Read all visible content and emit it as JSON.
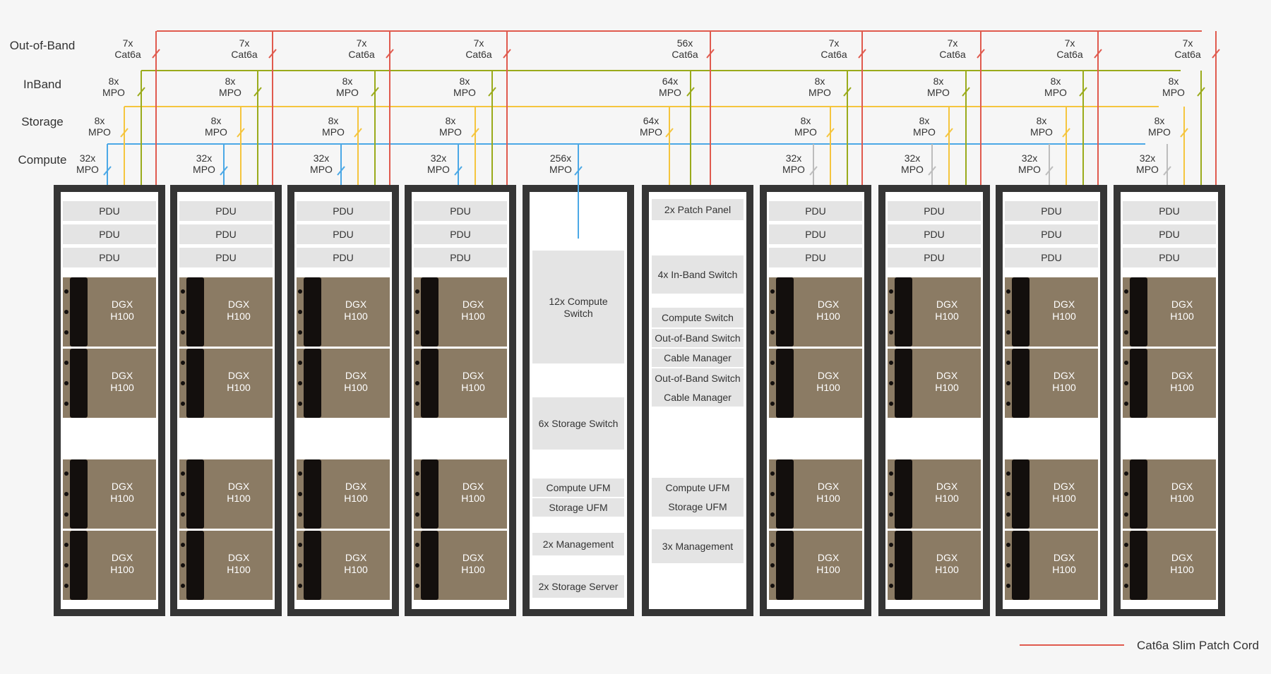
{
  "rows": {
    "oob": "Out-of-Band",
    "inband": "InBand",
    "storage": "Storage",
    "compute": "Compute"
  },
  "colors": {
    "oob": "#e05a4e",
    "inband": "#9aab1b",
    "storage": "#f5c53e",
    "compute": "#4ba8e6",
    "compute_unused": "#bdbdbd",
    "rack_frame": "#353535",
    "slot": "#e4e4e4",
    "dgx": "#8b7b64",
    "dgx_bezel": "#130f0d"
  },
  "racks": [
    {
      "type": "compute",
      "compute_color": "compute",
      "oob": [
        "7x",
        "Cat6a"
      ],
      "inband": [
        "8x",
        "MPO"
      ],
      "storage": [
        "8x",
        "MPO"
      ],
      "compute": [
        "32x",
        "MPO"
      ]
    },
    {
      "type": "compute",
      "compute_color": "compute",
      "oob": [
        "7x",
        "Cat6a"
      ],
      "inband": [
        "8x",
        "MPO"
      ],
      "storage": [
        "8x",
        "MPO"
      ],
      "compute": [
        "32x",
        "MPO"
      ]
    },
    {
      "type": "compute",
      "compute_color": "compute",
      "oob": [
        "7x",
        "Cat6a"
      ],
      "inband": [
        "8x",
        "MPO"
      ],
      "storage": [
        "8x",
        "MPO"
      ],
      "compute": [
        "32x",
        "MPO"
      ]
    },
    {
      "type": "compute",
      "compute_color": "compute",
      "oob": [
        "7x",
        "Cat6a"
      ],
      "inband": [
        "8x",
        "MPO"
      ],
      "storage": [
        "8x",
        "MPO"
      ],
      "compute": [
        "32x",
        "MPO"
      ]
    },
    {
      "type": "compute-network",
      "compute": [
        "256x",
        "MPO"
      ],
      "slots": [
        "12x Compute|Switch",
        "6x Storage Switch",
        "Compute UFM",
        "Storage UFM",
        "2x Management",
        "2x Storage Server"
      ]
    },
    {
      "type": "management-network",
      "oob": [
        "56x",
        "Cat6a"
      ],
      "inband": [
        "64x",
        "MPO"
      ],
      "storage": [
        "64x",
        "MPO"
      ],
      "slots": [
        "2x Patch Panel",
        "4x In-Band Switch",
        "Compute Switch",
        "Out-of-Band Switch",
        "Cable Manager",
        "Out-of-Band Switch",
        "Cable Manager",
        "Compute UFM",
        "Storage UFM",
        "3x Management"
      ]
    },
    {
      "type": "compute",
      "compute_color": "compute_unused",
      "oob": [
        "7x",
        "Cat6a"
      ],
      "inband": [
        "8x",
        "MPO"
      ],
      "storage": [
        "8x",
        "MPO"
      ],
      "compute": [
        "32x",
        "MPO"
      ]
    },
    {
      "type": "compute",
      "compute_color": "compute_unused",
      "oob": [
        "7x",
        "Cat6a"
      ],
      "inband": [
        "8x",
        "MPO"
      ],
      "storage": [
        "8x",
        "MPO"
      ],
      "compute": [
        "32x",
        "MPO"
      ]
    },
    {
      "type": "compute",
      "compute_color": "compute_unused",
      "oob": [
        "7x",
        "Cat6a"
      ],
      "inband": [
        "8x",
        "MPO"
      ],
      "storage": [
        "8x",
        "MPO"
      ],
      "compute": [
        "32x",
        "MPO"
      ]
    },
    {
      "type": "compute",
      "compute_color": "compute_unused",
      "oob": [
        "7x",
        "Cat6a"
      ],
      "inband": [
        "8x",
        "MPO"
      ],
      "storage": [
        "8x",
        "MPO"
      ],
      "compute": [
        "32x",
        "MPO"
      ]
    }
  ],
  "pdu_label": "PDU",
  "dgx_label": [
    "DGX",
    "H100"
  ],
  "legend": {
    "label": "Cat6a Slim Patch Cord",
    "color": "oob"
  }
}
